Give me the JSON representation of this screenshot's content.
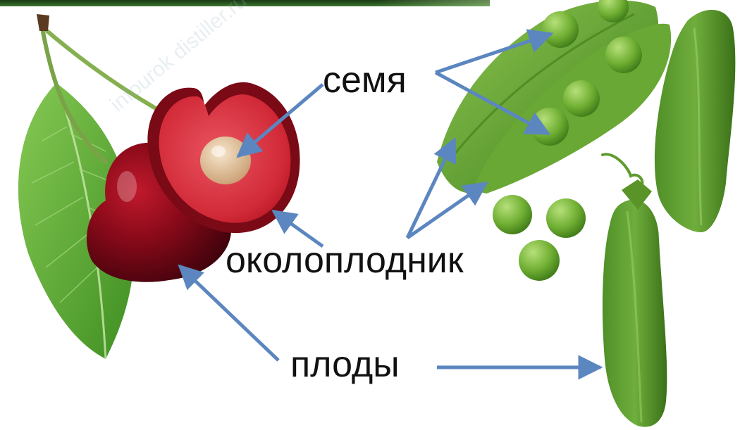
{
  "labels": {
    "seed": "семя",
    "pericarp": "околоплодник",
    "fruits": "плоды"
  },
  "watermark": {
    "text": "infourok distiller.ru"
  },
  "colors": {
    "arrow": "#5b86c0",
    "label": "#111111",
    "top_bar": "#2c5a22",
    "cherry_dark": "#5a0612",
    "cherry_flesh": "#d9303c",
    "pit": "#e8c9a3",
    "leaf": "#5fae3a",
    "pea_pod": "#6fae3c",
    "pea": "#76b83e"
  }
}
